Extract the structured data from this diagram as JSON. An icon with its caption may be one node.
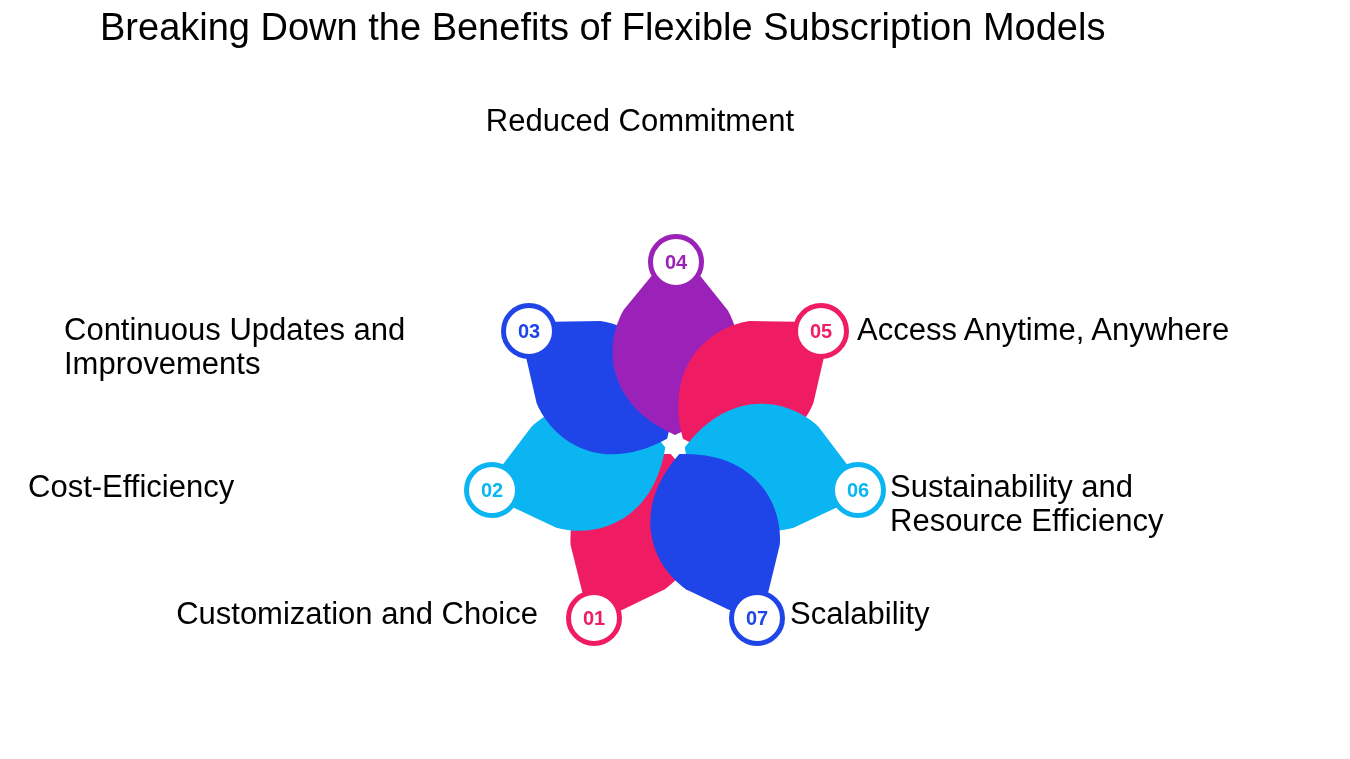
{
  "diagram": {
    "title": "Breaking Down the Benefits of Flexible Subscription Models",
    "nodes": [
      {
        "text": [
          "01"
        ],
        "beside": [
          "Customization and Choice"
        ]
      },
      {
        "text": [
          "02"
        ]
      },
      {
        "text": [
          "03"
        ],
        "beside": [
          "Continuous Updates and Improvements"
        ]
      },
      {
        "text": [
          "04"
        ],
        "beside": [
          "Reduced Commitment"
        ]
      },
      {
        "text": [
          "05"
        ],
        "beside": [
          "Access Anytime, Anywhere"
        ]
      },
      {
        "text": [
          "06"
        ],
        "beside": [
          "Sustainability and Resource Efficiency"
        ]
      },
      {
        "text": [
          "07"
        ],
        "beside": [
          "Scalability"
        ]
      }
    ],
    "labels": [
      "Cost-Efficiency"
    ]
  }
}
